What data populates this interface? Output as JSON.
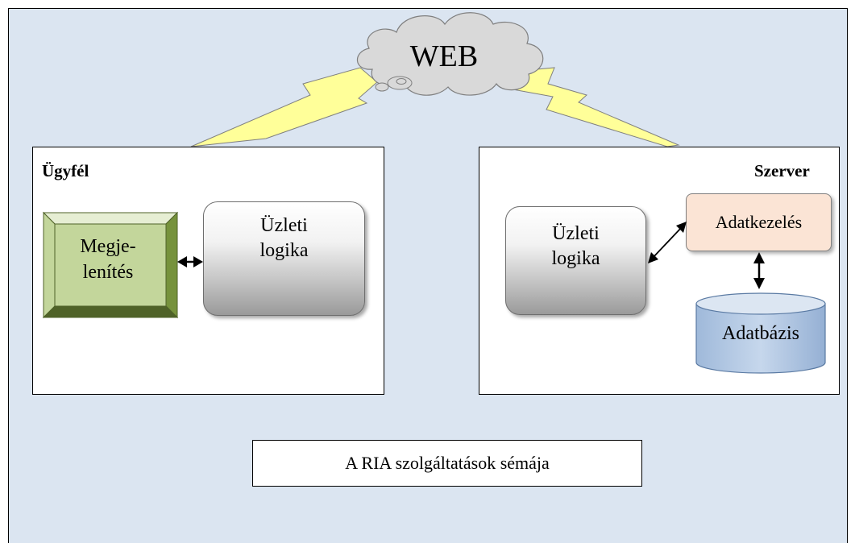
{
  "web": {
    "label": "WEB"
  },
  "client": {
    "title": "Ügyfél",
    "presentation": "Megje-\nlenítés",
    "business_logic": "Üzleti\nlogika"
  },
  "server": {
    "title": "Szerver",
    "business_logic": "Üzleti\nlogika",
    "data_management": "Adatkezelés",
    "database": "Adatbázis"
  },
  "caption": "A RIA szolgáltatások sémája",
  "colors": {
    "background": "#dbe5f1",
    "lightning": "#ffff99",
    "cloud": "#d9d9d9",
    "presentation": "#c3d69b",
    "data_management": "#fbe4d5",
    "database": "#b8cce4"
  }
}
